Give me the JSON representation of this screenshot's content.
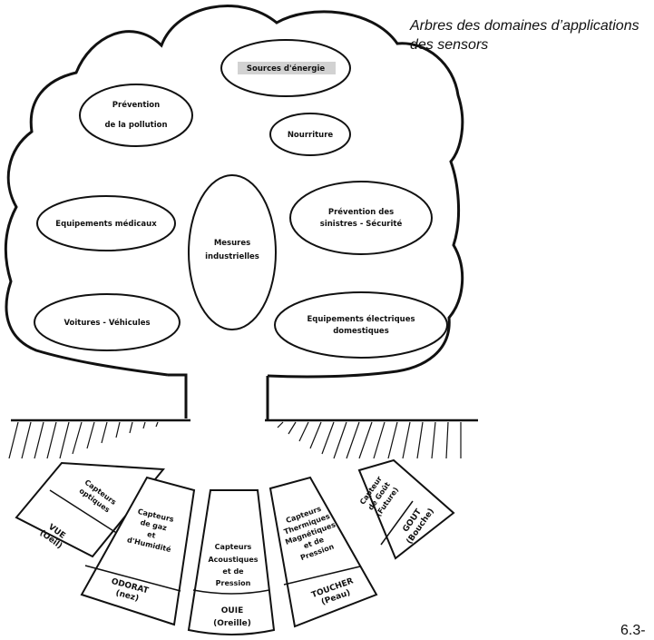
{
  "caption": {
    "line1": "Arbres des domaines d’applications",
    "line2": "des sensors"
  },
  "page_number": "6.3-",
  "crown_domains": [
    {
      "id": "sources",
      "lines": [
        "Sources d'énergie"
      ]
    },
    {
      "id": "pollution",
      "lines": [
        "Prévention",
        "de la pollution"
      ]
    },
    {
      "id": "nourriture",
      "lines": [
        "Nourriture"
      ]
    },
    {
      "id": "medicaux",
      "lines": [
        "Equipements médicaux"
      ]
    },
    {
      "id": "mesures",
      "lines": [
        "Mesures",
        "industrielles"
      ]
    },
    {
      "id": "sinistres",
      "lines": [
        "Prévention des",
        "sinistres - Sécurité"
      ]
    },
    {
      "id": "voitures",
      "lines": [
        "Voitures - Véhicules"
      ]
    },
    {
      "id": "electriques",
      "lines": [
        "Equipements électriques",
        "domestiques"
      ]
    }
  ],
  "roots": [
    {
      "id": "vue",
      "sensor": [
        "Capteurs",
        "optiques"
      ],
      "sense": [
        "VUE",
        "(Oeil)"
      ]
    },
    {
      "id": "odorat",
      "sensor": [
        "Capteurs",
        "de gaz",
        "et",
        "d'Humidité"
      ],
      "sense": [
        "ODORAT",
        "(nez)"
      ]
    },
    {
      "id": "ouie",
      "sensor": [
        "Capteurs",
        "Acoustiques",
        "et de",
        "Pression"
      ],
      "sense": [
        "OUIE",
        "(Oreille)"
      ]
    },
    {
      "id": "toucher",
      "sensor": [
        "Capteurs",
        "Thermiques",
        "Magnétiques",
        "et de",
        "Pression"
      ],
      "sense": [
        "TOUCHER",
        "(Peau)"
      ]
    },
    {
      "id": "gout",
      "sensor": [
        "Capteur",
        "de Goût",
        "(Future)"
      ],
      "sense": [
        "GOUT",
        "(Bouche)"
      ]
    }
  ]
}
